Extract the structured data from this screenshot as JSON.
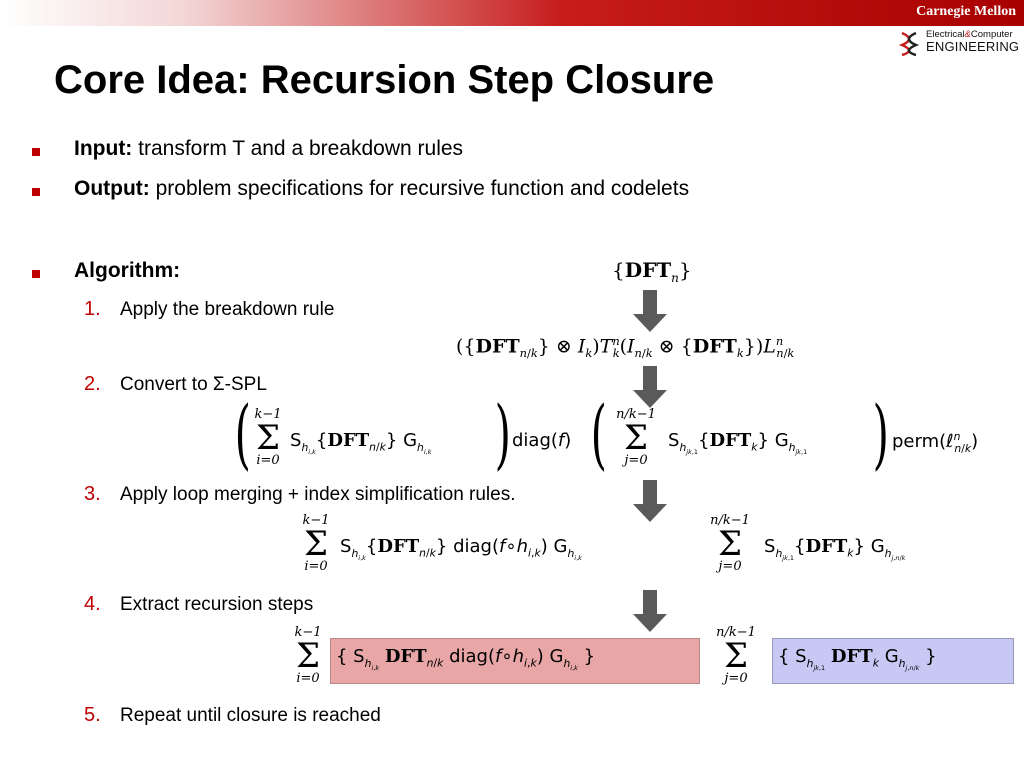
{
  "header": {
    "brand": "Carnegie Mellon",
    "dept_line1_a": "Electrical",
    "dept_line1_amp": "&",
    "dept_line1_b": "Computer",
    "dept_line2": "ENGINEERING"
  },
  "title": "Core Idea: Recursion Step Closure",
  "bullets": [
    {
      "label": "Input:",
      "text": " transform T and a breakdown rules"
    },
    {
      "label": "Output:",
      "text": " problem specifications for recursive function and codelets"
    },
    {
      "label": "Algorithm:",
      "text": ""
    }
  ],
  "steps": [
    {
      "num": "1.",
      "text": "Apply the breakdown rule"
    },
    {
      "num": "2.",
      "text": "Convert to Σ-SPL"
    },
    {
      "num": "3.",
      "text": "Apply loop merging + index simplification rules."
    },
    {
      "num": "4.",
      "text": "Extract recursion steps"
    },
    {
      "num": "5.",
      "text": "Repeat until closure is reached"
    }
  ],
  "colors": {
    "accent": "#c00000",
    "arrow": "#5a5a5a",
    "highlight_red": "#e8a6a6",
    "highlight_blue": "#c8c8f4"
  },
  "icons": [
    "double-helix-logo-icon",
    "arrow-down-icon"
  ]
}
